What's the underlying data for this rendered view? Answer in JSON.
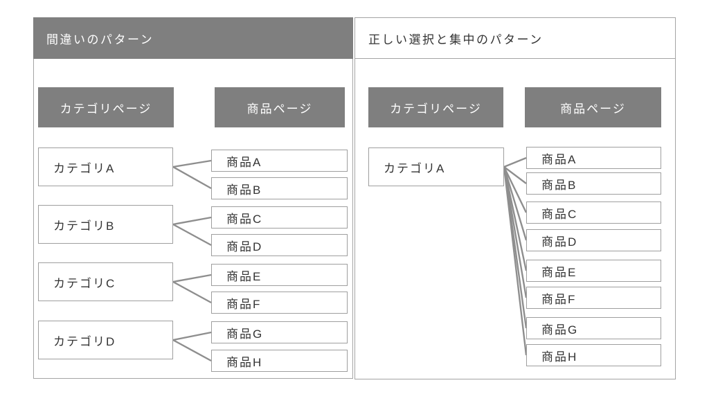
{
  "diagram_type": "comparison-flow-diagram",
  "colors": {
    "panel_header_fill": "#7f7f7f",
    "panel_border": "#a3a3a3",
    "box_border": "#9e9e9e",
    "connector_gray": "#8e8e8e",
    "text_dark": "#333333",
    "text_white": "#ffffff"
  },
  "panels": [
    {
      "title": "間違いのパターン",
      "column_headers": {
        "category": "カテゴリページ",
        "product": "商品ページ"
      },
      "categories": [
        "カテゴリA",
        "カテゴリB",
        "カテゴリC",
        "カテゴリD"
      ],
      "products": [
        "商品A",
        "商品B",
        "商品C",
        "商品D",
        "商品E",
        "商品F",
        "商品G",
        "商品H"
      ]
    },
    {
      "title": "正しい選択と集中のパターン",
      "column_headers": {
        "category": "カテゴリページ",
        "product": "商品ページ"
      },
      "categories": [
        "カテゴリA"
      ],
      "products": [
        "商品A",
        "商品B",
        "商品C",
        "商品D",
        "商品E",
        "商品F",
        "商品G",
        "商品H"
      ]
    }
  ],
  "connections": [
    {
      "from": "p0c0",
      "to": "p0p0"
    },
    {
      "from": "p0c0",
      "to": "p0p1"
    },
    {
      "from": "p0c1",
      "to": "p0p2"
    },
    {
      "from": "p0c1",
      "to": "p0p3"
    },
    {
      "from": "p0c2",
      "to": "p0p4"
    },
    {
      "from": "p0c2",
      "to": "p0p5"
    },
    {
      "from": "p0c3",
      "to": "p0p6"
    },
    {
      "from": "p0c3",
      "to": "p0p7"
    },
    {
      "from": "p1c0",
      "to": "p1p0"
    },
    {
      "from": "p1c0",
      "to": "p1p1"
    },
    {
      "from": "p1c0",
      "to": "p1p2"
    },
    {
      "from": "p1c0",
      "to": "p1p3"
    },
    {
      "from": "p1c0",
      "to": "p1p4"
    },
    {
      "from": "p1c0",
      "to": "p1p5"
    },
    {
      "from": "p1c0",
      "to": "p1p6"
    },
    {
      "from": "p1c0",
      "to": "p1p7"
    }
  ]
}
